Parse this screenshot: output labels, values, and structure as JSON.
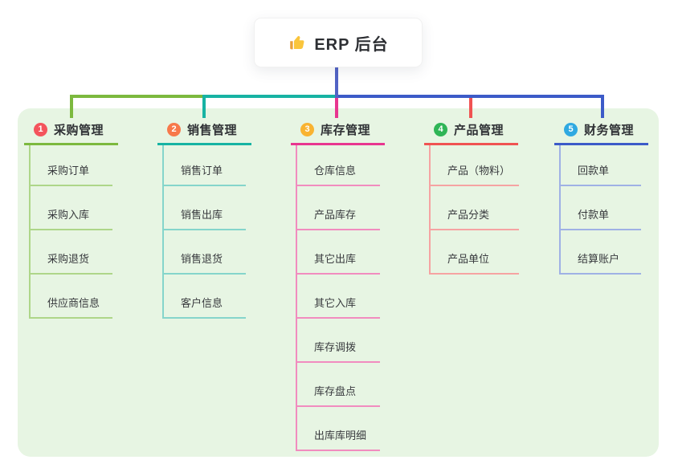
{
  "root": {
    "label": "ERP 后台",
    "icon": "thumbs-up-icon"
  },
  "canvas": {
    "background_color": "#e7f5e3"
  },
  "root_connector_color": "#5263c5",
  "branches": [
    {
      "number": "1",
      "label": "采购管理",
      "badge_color": "#f4545c",
      "line_color": "#7cb93e",
      "child_line_color": "#aed689",
      "children": [
        "采购订单",
        "采购入库",
        "采购退货",
        "供应商信息"
      ]
    },
    {
      "number": "2",
      "label": "销售管理",
      "badge_color": "#f7794b",
      "line_color": "#17b3a3",
      "child_line_color": "#85d5cb",
      "children": [
        "销售订单",
        "销售出库",
        "销售退货",
        "客户信息"
      ]
    },
    {
      "number": "3",
      "label": "库存管理",
      "badge_color": "#f9b331",
      "line_color": "#e8368f",
      "child_line_color": "#f18cbf",
      "children": [
        "仓库信息",
        "产品库存",
        "其它出库",
        "其它入库",
        "库存调拨",
        "库存盘点",
        "出库库明细"
      ]
    },
    {
      "number": "4",
      "label": "产品管理",
      "badge_color": "#2fb556",
      "line_color": "#f05352",
      "child_line_color": "#f6a3a2",
      "children": [
        "产品（物料）",
        "产品分类",
        "产品单位"
      ]
    },
    {
      "number": "5",
      "label": "财务管理",
      "badge_color": "#2fa9e1",
      "line_color": "#3c5bc8",
      "child_line_color": "#9fb1e5",
      "children": [
        "回款单",
        "付款单",
        "结算账户"
      ]
    }
  ]
}
